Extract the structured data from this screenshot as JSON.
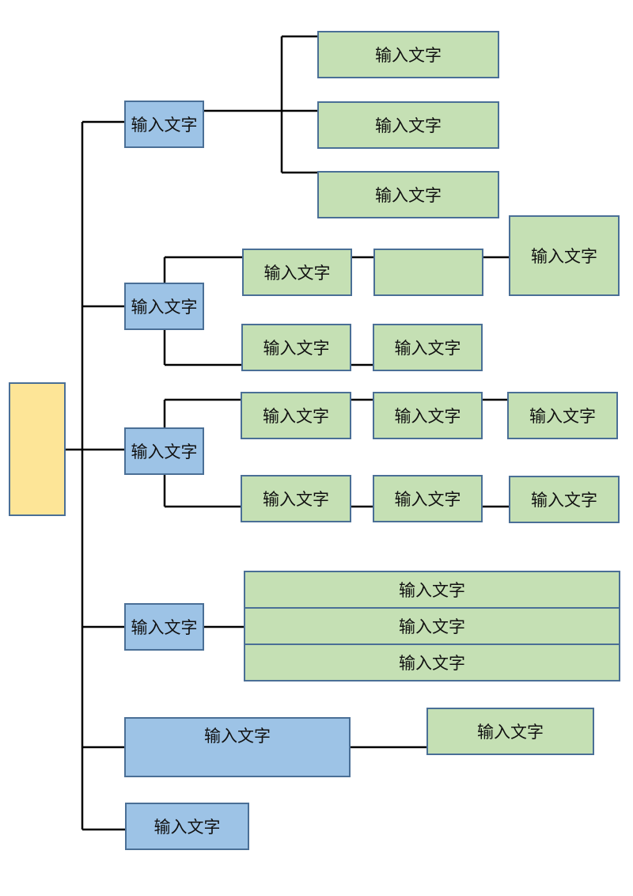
{
  "colors": {
    "root": "#fde597",
    "branch": "#9dc3e6",
    "leaf": "#c5e0b4",
    "border": "#4a6f96",
    "line": "#000000"
  },
  "root": {
    "label": ""
  },
  "branches": [
    {
      "label": "输入文字",
      "leaves": [
        "输入文字",
        "输入文字",
        "输入文字"
      ]
    },
    {
      "label": "输入文字",
      "rows": [
        [
          "输入文字",
          "",
          "输入文字"
        ],
        [
          "输入文字",
          "输入文字"
        ]
      ]
    },
    {
      "label": "输入文字",
      "rows": [
        [
          "输入文字",
          "输入文字",
          "输入文字"
        ],
        [
          "输入文字",
          "输入文字",
          "输入文字"
        ]
      ]
    },
    {
      "label": "输入文字",
      "stack": [
        "输入文字",
        "输入文字",
        "输入文字"
      ]
    },
    {
      "label": "输入文字",
      "leaves": [
        "输入文字"
      ]
    },
    {
      "label": "输入文字"
    }
  ]
}
